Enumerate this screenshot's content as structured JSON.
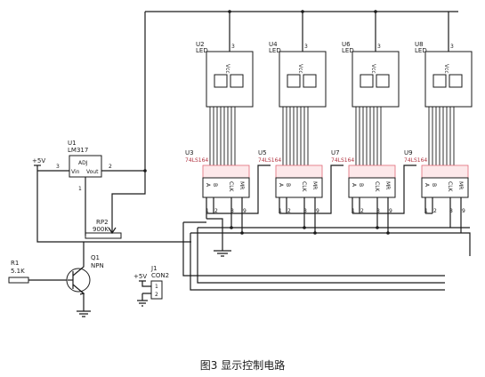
{
  "caption": "图3 显示控制电路",
  "led_modules": [
    {
      "designator": "U2",
      "part": "LED"
    },
    {
      "designator": "U4",
      "part": "LED"
    },
    {
      "designator": "U6",
      "part": "LED"
    },
    {
      "designator": "U8",
      "part": "LED"
    }
  ],
  "shift_registers": [
    {
      "designator": "U3",
      "part": "74LS164"
    },
    {
      "designator": "U5",
      "part": "74LS164"
    },
    {
      "designator": "U7",
      "part": "74LS164"
    },
    {
      "designator": "U9",
      "part": "74LS164"
    }
  ],
  "pin_text": {
    "vcc": "Vcc",
    "vcc_pin": "3",
    "ctrl_a": "A",
    "ctrl_b": "B",
    "clk": "CLK",
    "mr": "MR",
    "pin1": "1",
    "pin2": "2",
    "pin8": "8",
    "pin9": "9"
  },
  "regulator": {
    "designator": "U1",
    "part": "LM317",
    "adj": "ADJ",
    "vin": "Vin",
    "vout": "Vout",
    "pin_in": "3",
    "pin_out": "2",
    "pin_adj": "1"
  },
  "supply": {
    "label": "+5V"
  },
  "potentiometer": {
    "designator": "RP2",
    "value": "900K"
  },
  "resistor": {
    "designator": "R1",
    "value": "5.1K"
  },
  "transistor": {
    "designator": "Q1",
    "type": "NPN"
  },
  "connector": {
    "designator": "J1",
    "part": "CON2",
    "supply": "+5V",
    "pin1": "1",
    "pin2": "2"
  }
}
